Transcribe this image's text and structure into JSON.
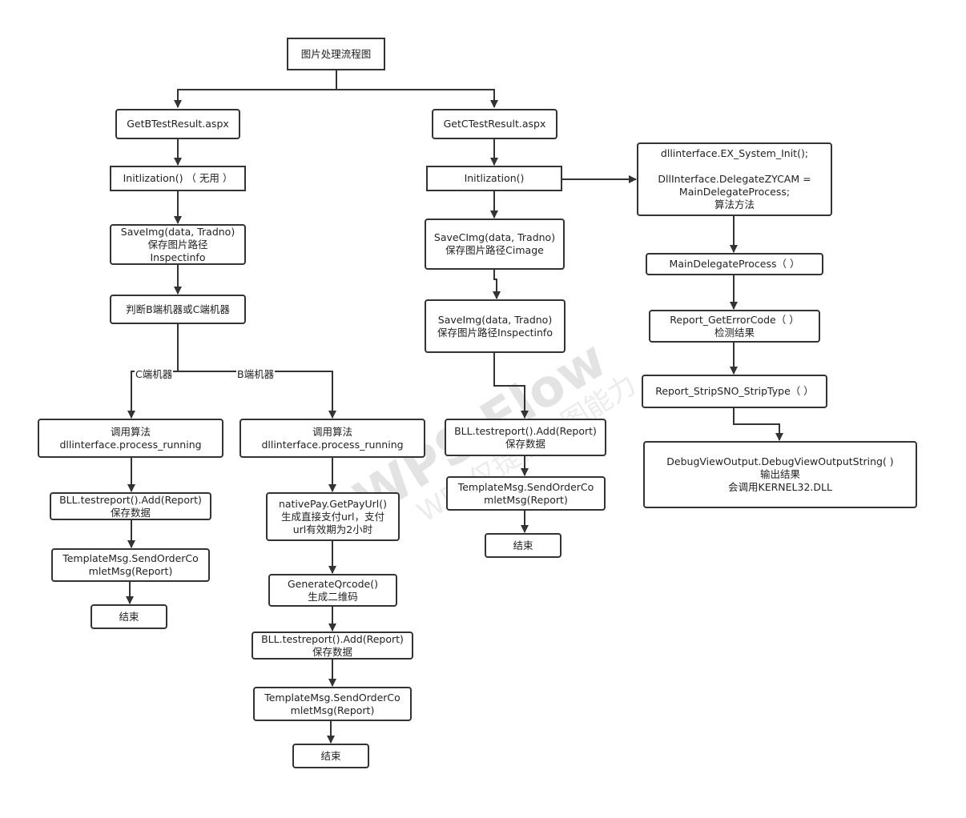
{
  "nodes": {
    "title": "图片处理流程图",
    "getb": "GetBTestResult.aspx",
    "initb": "Initlization() （ 无用 ）",
    "saveimg_b": "SaveImg(data, Tradno)\n保存图片路径\nInspectinfo",
    "judge": "判断B端机器或C端机器",
    "algo_c": "调用算法\ndllinterface.process_running",
    "bll_c": "BLL.testreport().Add(Report)\n保存数据",
    "tmpl_c": "TemplateMsg.SendOrderCo\nmletMsg(Report)",
    "end_c": "结束",
    "algo_b": "调用算法\ndllinterface.process_running",
    "native": "nativePay.GetPayUrl()\n生成直接支付url，支付\nurl有效期为2小时",
    "qrcode": "GenerateQrcode()\n生成二维码",
    "bll_b": "BLL.testreport().Add(Report)\n保存数据",
    "tmpl_b": "TemplateMsg.SendOrderCo\nmletMsg(Report)",
    "end_b": "结束",
    "getc": "GetCTestResult.aspx",
    "initc": "Initlization()",
    "savecimg": "SaveCImg(data, Tradno)\n保存图片路径Cimage",
    "saveimg_c": "SaveImg(data, Tradno)\n保存图片路径Inspectinfo",
    "bll_cc": "BLL.testreport().Add(Report)\n保存数据",
    "tmpl_cc": "TemplateMsg.SendOrderCo\nmletMsg(Report)",
    "end_cc": "结束",
    "sysinit": "dllinterface.EX_System_Init();\n\nDllInterface.DelegateZYCAM =\nMainDelegateProcess;\n算法方法",
    "maindelegate": "MainDelegateProcess（ ）",
    "errorcode": "Report_GetErrorCode（ ）\n检测结果",
    "strip": "Report_StripSNO_StripType（ ）",
    "debug": "DebugViewOutput.DebugViewOutputString( )\n输出结果\n会调用KERNEL32.DLL"
  },
  "edge_labels": {
    "c_branch": "C端机器",
    "b_branch": "B端机器"
  },
  "watermark": {
    "main": "WPS Flow",
    "sub": "WPS仅提供作图能力"
  },
  "colors": {
    "stroke": "#333333",
    "watermark": "#e3e3e3"
  }
}
